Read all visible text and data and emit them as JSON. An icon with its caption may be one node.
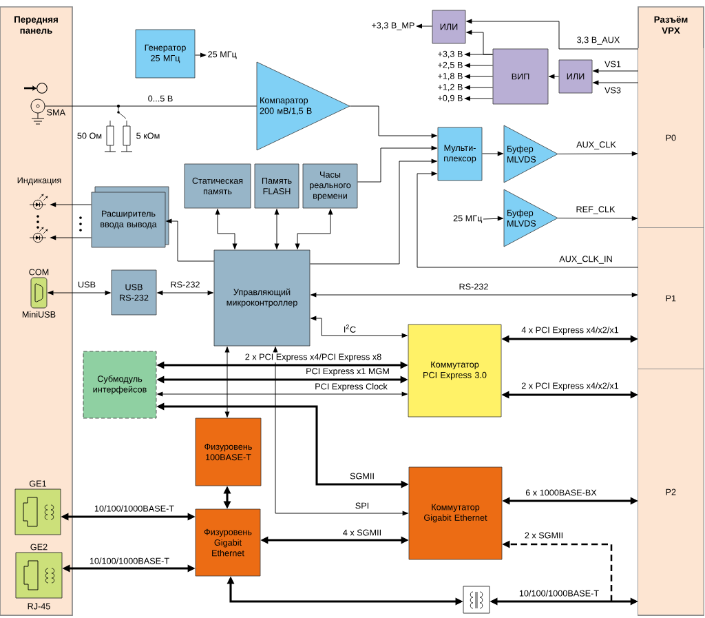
{
  "diagram": {
    "nodes": [
      {
        "text": [
          "Передняя панель"
        ]
      },
      {
        "text": [
          "SMA"
        ],
        "in": 0
      },
      {
        "text": [],
        "shape": "picture",
        "in": 0
      },
      {
        "text": [],
        "shape": "picture",
        "in": 0
      },
      {
        "text": [
          "COM",
          "MiniUSB"
        ],
        "in": 0
      },
      {
        "text": [
          "GE1"
        ],
        "in": 0
      },
      {
        "text": [
          "GE2"
        ],
        "in": 0,
        "beside": [
          "RJ-45"
        ]
      },
      {
        "text": [
          "Генератор 25 МГц"
        ]
      },
      {
        "text": [
          "25 МГц"
        ]
      },
      {
        "text": [
          "Компаратор 200 мВ/1,5 В"
        ]
      },
      {
        "text": [
          "ИЛИ"
        ]
      },
      {
        "text": [
          "+3,3 В_МР"
        ]
      },
      {
        "text": [
          "+3,3 В"
        ]
      },
      {
        "text": [
          "+2,5 В"
        ]
      },
      {
        "text": [
          "+1,8 В"
        ]
      },
      {
        "text": [
          "+1,2 В"
        ]
      },
      {
        "text": [
          "+0,9 В"
        ]
      },
      {
        "text": [
          "ВИП"
        ]
      },
      {
        "text": [
          "ИЛИ"
        ]
      },
      {
        "text": [
          "Разъём VPX"
        ]
      },
      {
        "text": [
          "P0"
        ],
        "in": 19
      },
      {
        "text": [
          "P1"
        ],
        "in": 19
      },
      {
        "text": [
          "P2"
        ],
        "in": 19
      },
      {
        "text": [
          "Статическая память"
        ]
      },
      {
        "text": [
          "Память FLASH"
        ]
      },
      {
        "text": [
          "Часы реального времени"
        ]
      },
      {
        "text": [
          "Мульти- плексор"
        ]
      },
      {
        "text": [
          "Буфер MLVDS"
        ]
      },
      {
        "text": [
          "25 МГц"
        ]
      },
      {
        "text": [
          "Буфер MLVDS"
        ]
      },
      {
        "text": [
          "Расширитель ввода вывода"
        ]
      },
      {
        "text": [
          "USB RS-232"
        ]
      },
      {
        "text": [
          "Управляющий микроконтроллер"
        ]
      },
      {
        "text": [
          "Коммутатор PCI Express 3.0"
        ]
      },
      {
        "text": [
          "Субмодуль интерфейсов"
        ]
      },
      {
        "text": [
          "Физуровень 100BASE-T"
        ]
      },
      {
        "text": [
          "Физуровень Gigabit Ethernet"
        ]
      },
      {
        "text": [
          "Коммутатор Gigabit Ethernet"
        ]
      },
      {
        "text": [],
        "shape": "picture"
      }
    ],
    "edges": [
      {
        "from": 7,
        "to": 8,
        "arrow": "to"
      },
      {
        "from": 1,
        "to": 9,
        "arrow": "none",
        "label": "0...5 В"
      },
      {
        "from": 9,
        "to": 26,
        "arrow": "to"
      },
      {
        "from": 25,
        "to": 26,
        "arrow": "to"
      },
      {
        "from": 32,
        "to": 26,
        "arrow": "to"
      },
      {
        "from": 21,
        "to": 26,
        "arrow": "to",
        "label": "AUX_CLK_IN"
      },
      {
        "from": 26,
        "to": 27,
        "arrow": "to"
      },
      {
        "from": 27,
        "to": 20,
        "arrow": "to",
        "label": "AUX_CLK"
      },
      {
        "from": 28,
        "to": 29,
        "arrow": "to"
      },
      {
        "from": 29,
        "to": 20,
        "arrow": "to",
        "label": "REF_CLK"
      },
      {
        "from": 10,
        "to": 11,
        "arrow": "to"
      },
      {
        "from": 20,
        "to": 10,
        "arrow": "to",
        "label": "3,3 В_AUX"
      },
      {
        "from": 17,
        "to": 10,
        "arrow": "to"
      },
      {
        "from": 17,
        "to": 12,
        "arrow": "to"
      },
      {
        "from": 17,
        "to": 13,
        "arrow": "to"
      },
      {
        "from": 17,
        "to": 14,
        "arrow": "to"
      },
      {
        "from": 17,
        "to": 15,
        "arrow": "to"
      },
      {
        "from": 17,
        "to": 16,
        "arrow": "to"
      },
      {
        "from": 18,
        "to": 17,
        "arrow": "to"
      },
      {
        "from": 20,
        "to": 18,
        "arrow": "to",
        "label": "VS1"
      },
      {
        "from": 20,
        "to": 18,
        "arrow": "to",
        "label": "VS3"
      },
      {
        "from": 32,
        "to": 23,
        "arrow": "both"
      },
      {
        "from": 32,
        "to": 24,
        "arrow": "both"
      },
      {
        "from": 32,
        "to": 25,
        "arrow": "both"
      },
      {
        "from": 32,
        "to": 30,
        "arrow": "to"
      },
      {
        "from": 30,
        "to": 2,
        "arrow": "to"
      },
      {
        "from": 30,
        "to": 3,
        "arrow": "to"
      },
      {
        "from": 4,
        "to": 31,
        "arrow": "both",
        "label": "USB"
      },
      {
        "from": 31,
        "to": 32,
        "arrow": "both",
        "label": "RS-232"
      },
      {
        "from": 32,
        "to": 21,
        "arrow": "both",
        "label": "RS-232"
      },
      {
        "from": 33,
        "to": 32,
        "arrow": "both",
        "label": "I$^{2}$C"
      },
      {
        "from": 33,
        "to": 21,
        "arrow": "both",
        "style": "thick",
        "label": "4 x PCI Express x4/x2/x1"
      },
      {
        "from": 33,
        "to": 22,
        "arrow": "both",
        "style": "thick",
        "label": "2 x PCI Express x4/x2/x1"
      },
      {
        "from": 34,
        "to": 33,
        "arrow": "both",
        "style": "thick",
        "label": "2 x PCI Express x4/PCI Express x8"
      },
      {
        "from": 34,
        "to": 33,
        "arrow": "both",
        "style": "thick",
        "label": "PCI Express x1 MGM"
      },
      {
        "from": 34,
        "to": 33,
        "arrow": "both",
        "label": "PCI Express Clock"
      },
      {
        "from": 34,
        "to": 37,
        "arrow": "both",
        "style": "thick",
        "label": "SGMII"
      },
      {
        "from": 32,
        "to": 35,
        "arrow": "both"
      },
      {
        "from": 32,
        "to": 37,
        "arrow": "both",
        "label": "SPI"
      },
      {
        "from": 35,
        "to": 36,
        "arrow": "both",
        "style": "thick"
      },
      {
        "from": 5,
        "to": 36,
        "arrow": "both",
        "style": "thick",
        "label": "10/100/1000BASE-T"
      },
      {
        "from": 6,
        "to": 36,
        "arrow": "both",
        "style": "thick",
        "label": "10/100/1000BASE-T"
      },
      {
        "from": 36,
        "to": 37,
        "arrow": "both",
        "style": "thick",
        "label": "4 x SGMII"
      },
      {
        "from": 37,
        "to": 22,
        "arrow": "both",
        "style": "thick",
        "label": "6 x 1000BASE-BX"
      },
      {
        "from": 36,
        "to": 38,
        "arrow": "both",
        "style": "thick"
      },
      {
        "from": 38,
        "to": 22,
        "arrow": "both",
        "style": "thick",
        "label": "10/100/1000BASE-T"
      },
      {
        "from": null,
        "to": 37,
        "arrow": "to",
        "style": "dashed",
        "label": "2 x SGMII"
      }
    ],
    "labels": [
      "50 Ом",
      "5 кОм",
      "Индикация"
    ]
  }
}
